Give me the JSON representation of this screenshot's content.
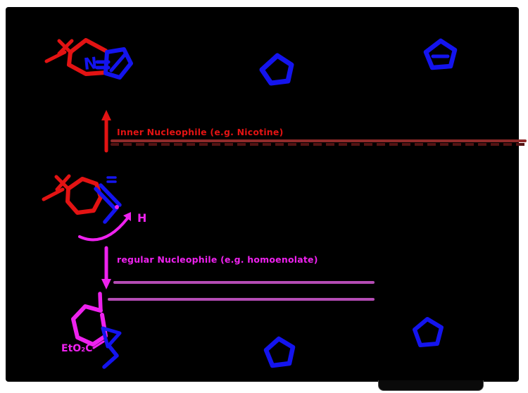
{
  "canvas": {
    "background": "#000000",
    "page_background": "#ffffff"
  },
  "annotations": {
    "red_text": "Inner Nucleophile (e.g. Nicotine)",
    "magenta_text": "regular Nucleophile (e.g. homoenolate)"
  },
  "molecule_labels": {
    "nitrogen": "N",
    "proton": "H",
    "ester": "EtO₂C"
  },
  "icons": {
    "pentagon_top_middle": "blue-pentagon-ring",
    "pentagon_top_right": "blue-pentagon-ring-with-dash",
    "pentagon_bottom_middle": "blue-pentagon-ring",
    "pentagon_bottom_right": "blue-pentagon-ring",
    "red_up_arrow": "upward-arrow",
    "magenta_down_arrow": "downward-arrow",
    "magenta_curved_arrow": "curved-arrow"
  },
  "colors": {
    "red": "#e31313",
    "blue": "#1414ee",
    "magenta": "#ee22ee",
    "dark_red_line": "#8f2a2a",
    "purple_line": "#b44cb4",
    "tab": "#0a0a0a"
  }
}
